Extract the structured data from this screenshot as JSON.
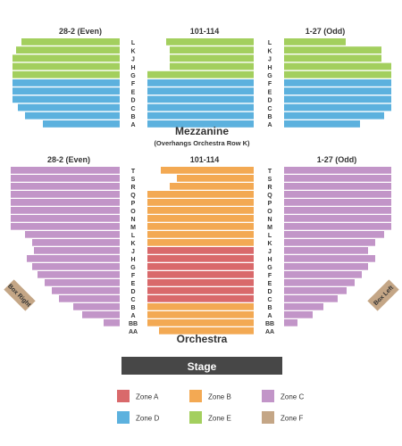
{
  "colors": {
    "zone_a": "#d9696b",
    "zone_b": "#f3a953",
    "zone_c": "#c295c8",
    "zone_d": "#5cb1de",
    "zone_e": "#a3cf5e",
    "zone_f": "#c4a686",
    "stage": "#474747",
    "text": "#333333"
  },
  "mezzanine": {
    "title": "Mezzanine",
    "subtitle": "(Overhangs Orchestra Row K)",
    "section_left": "28-2 (Even)",
    "section_center": "101-114",
    "section_right": "1-27 (Odd)",
    "rows": [
      "L",
      "K",
      "J",
      "H",
      "G",
      "F",
      "E",
      "D",
      "C",
      "B",
      "A"
    ],
    "row_zones": [
      "E",
      "E",
      "E",
      "E",
      "E",
      "D",
      "D",
      "D",
      "D",
      "D",
      "D"
    ]
  },
  "orchestra": {
    "title": "Orchestra",
    "section_left": "28-2 (Even)",
    "section_center": "101-114",
    "section_right": "1-27 (Odd)",
    "rows": [
      "T",
      "S",
      "R",
      "Q",
      "P",
      "O",
      "N",
      "M",
      "L",
      "K",
      "J",
      "H",
      "G",
      "F",
      "E",
      "D",
      "C",
      "B",
      "A",
      "BB",
      "AA"
    ],
    "center_zones": [
      "B",
      "B",
      "B",
      "B",
      "B",
      "B",
      "B",
      "B",
      "B",
      "B",
      "A",
      "A",
      "A",
      "A",
      "A",
      "A",
      "A",
      "B",
      "B",
      "B",
      "B"
    ],
    "side_zone": "C"
  },
  "boxes": {
    "right_label": "Box Right",
    "left_label": "Box Left",
    "zone": "F"
  },
  "stage": {
    "label": "Stage"
  },
  "legend": [
    {
      "label": "Zone A",
      "color": "#d9696b"
    },
    {
      "label": "Zone B",
      "color": "#f3a953"
    },
    {
      "label": "Zone C",
      "color": "#c295c8"
    },
    {
      "label": "Zone D",
      "color": "#5cb1de"
    },
    {
      "label": "Zone E",
      "color": "#a3cf5e"
    },
    {
      "label": "Zone F",
      "color": "#c4a686"
    }
  ]
}
